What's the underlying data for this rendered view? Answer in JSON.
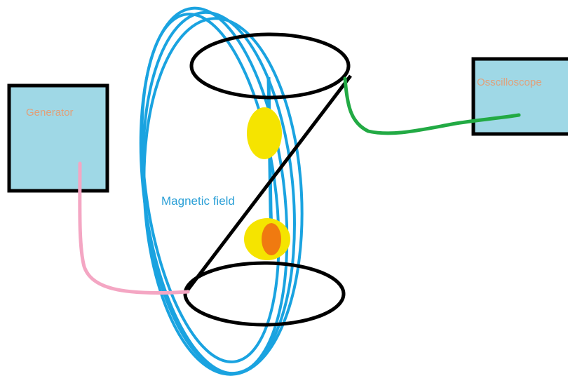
{
  "labels": {
    "generator": "Generator",
    "oscilloscope": "Osscilloscope",
    "magnetic_field": "Magnetic field"
  },
  "colors": {
    "box_fill": "#9fd8e6",
    "box_stroke": "#000000",
    "field_loops": "#1aa3e0",
    "coil": "#000000",
    "generator_wire": "#f4a6c3",
    "oscilloscope_wire": "#22aa44",
    "magnet": "#f5e400",
    "hot_spot": "#f07a10",
    "label_text": "#e0a07a",
    "field_text": "#2a9fd6"
  },
  "icons": {
    "top_ring": "ellipse",
    "bottom_ring": "ellipse",
    "upper_magnet": "yellow-ellipse",
    "lower_magnet": "yellow-ellipse-with-orange-spot"
  }
}
